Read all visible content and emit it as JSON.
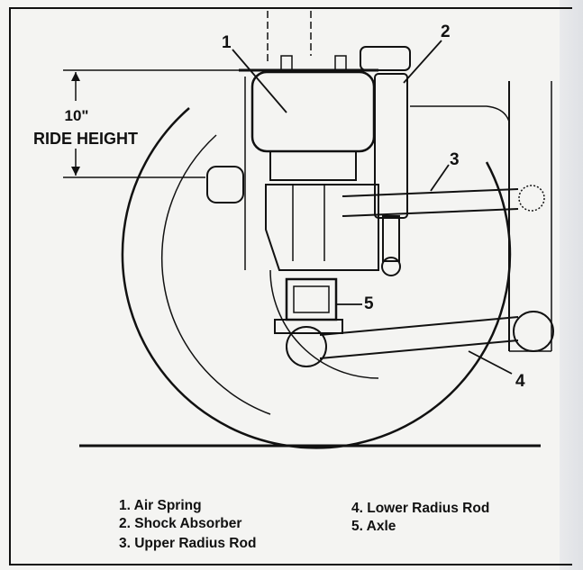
{
  "diagram": {
    "ride_height_value": "10\"",
    "ride_height_label": "RIDE HEIGHT",
    "callouts": [
      "1",
      "2",
      "3",
      "4",
      "5"
    ],
    "legend": [
      "1. Air Spring",
      "2. Shock Absorber",
      "3. Upper Radius Rod",
      "4. Lower Radius Rod",
      "5. Axle"
    ]
  }
}
